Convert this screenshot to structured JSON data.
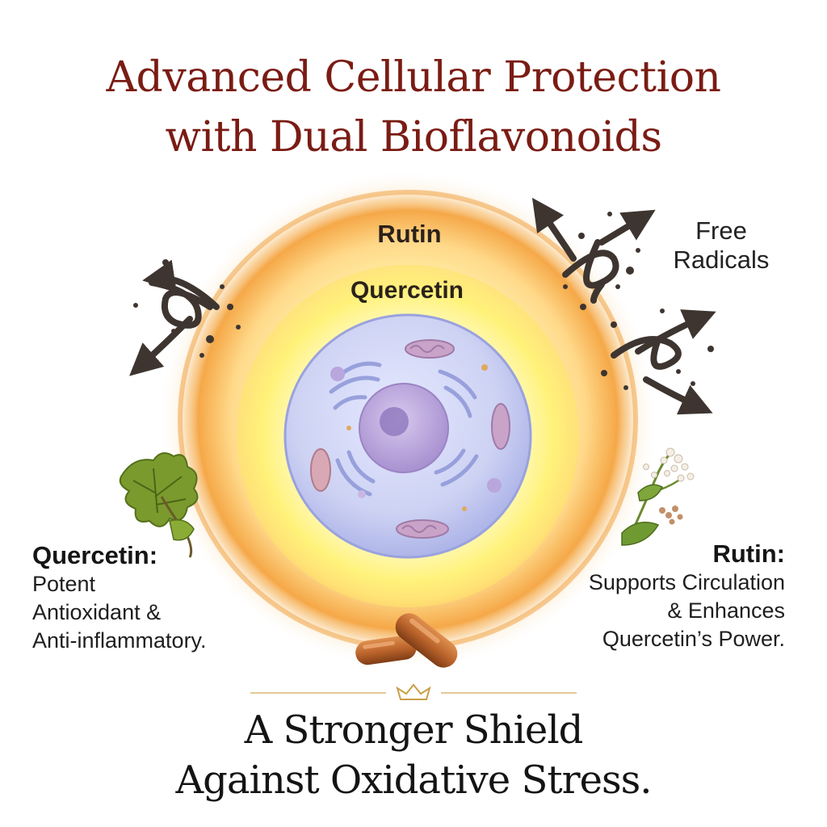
{
  "title": {
    "line1": "Advanced Cellular Protection",
    "line2": "with Dual Bioflavonoids"
  },
  "diagram": {
    "outer_ring_label": "Rutin",
    "inner_ring_label": "Quercetin",
    "free_radicals": {
      "line1": "Free",
      "line2": "Radicals"
    }
  },
  "left_panel": {
    "heading": "Quercetin:",
    "lines": [
      "Potent",
      "Antioxidant &",
      "Anti-inflammatory."
    ]
  },
  "right_panel": {
    "heading": "Rutin:",
    "lines": [
      "Supports Circulation",
      "& Enhances",
      "Quercetin’s Power."
    ]
  },
  "tagline": {
    "line1": "A Stronger Shield",
    "line2": "Against Oxidative Stress."
  },
  "colors": {
    "title": "#7a1c14",
    "outer_ring": "#f3a64a",
    "inner_glow": "#fff27a",
    "cell": "#c9cdf0",
    "nucleus": "#b9a3d8",
    "capsule": "#b8612a",
    "arrow": "#3e3530",
    "divider": "#d8b775"
  },
  "icons": {
    "divider_ornament": "crown-icon",
    "leaf": "grape-leaf-icon",
    "flower": "buckwheat-flower-icon",
    "capsules": "capsule-icon",
    "free_radical": "free-radical-arrow-icon"
  }
}
